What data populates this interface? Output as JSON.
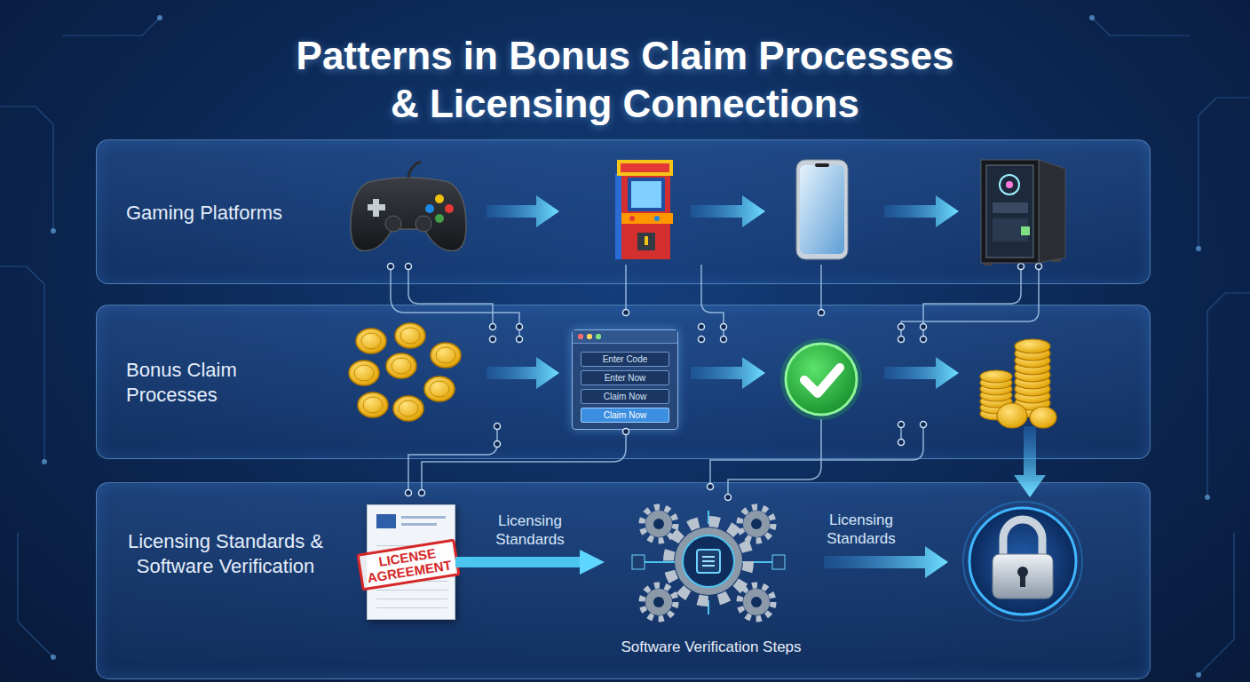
{
  "diagram": {
    "title": "Patterns in Bonus Claim Processes & Licensing Connections",
    "nodes": [
      {
        "text": [
          "Gaming Platforms"
        ]
      },
      {
        "text": [
          "Bonus Claim Processes"
        ]
      },
      {
        "text": [
          "Licensing Standards & Software Verification"
        ]
      },
      {
        "text": [
          "Enter Code",
          "Enter Now",
          "Claim Now",
          "Claim Now"
        ],
        "in": 1
      },
      {
        "text": [
          "LICENSE AGREEMENT"
        ],
        "in": 2
      },
      {
        "text": [
          "Software Verification Steps"
        ],
        "in": 2
      }
    ],
    "edges": [
      {
        "from": 4,
        "to": 5,
        "label": "Licensing Standards",
        "arrow": "to"
      }
    ],
    "labels": [
      "Licensing Standards"
    ]
  }
}
